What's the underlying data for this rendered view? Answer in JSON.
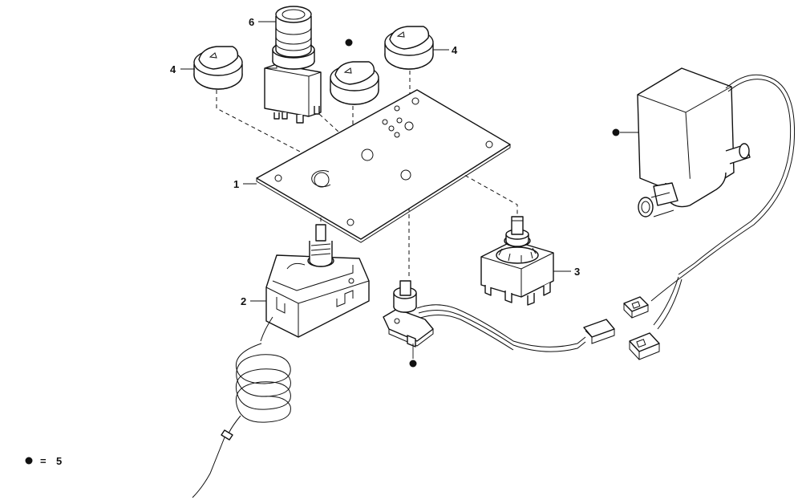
{
  "labels": {
    "plate": "1",
    "thermostat": "2",
    "rotary_switch": "3",
    "knob_left": "4",
    "knob_right": "4",
    "push_button": "6"
  },
  "legend": {
    "equals": "=",
    "value": "5"
  }
}
